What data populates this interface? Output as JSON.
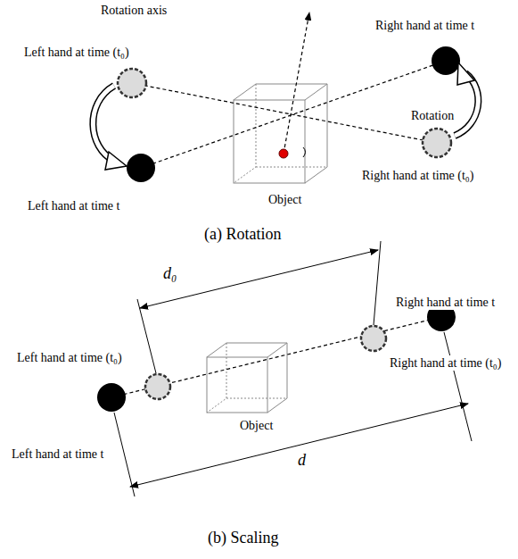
{
  "diagram": {
    "labels": [
      "Rotation axis",
      "Left hand at time (t₀)",
      "Right hand at time t",
      "Rotation",
      "Right hand at time (t₀)",
      "Object",
      "Left hand at time t",
      "(a) Rotation",
      "d₀",
      "Right hand at time t",
      "Left hand at time (t₀)",
      "Right hand at time (t₀)",
      "Object",
      "Left hand at time t",
      "d",
      "(b) Scaling"
    ]
  }
}
